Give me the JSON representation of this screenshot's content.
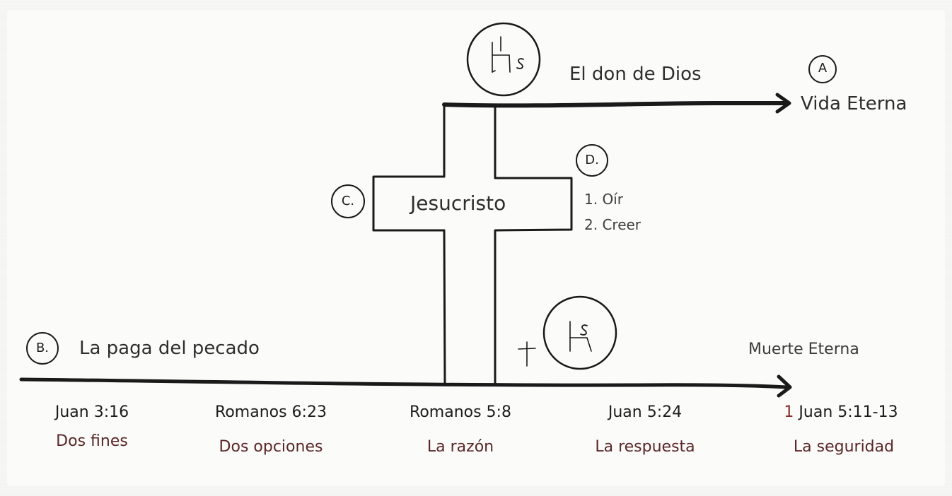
{
  "diagram": {
    "labels": {
      "gift": "El don de Dios",
      "eternal_life": "Vida Eterna",
      "wages_of_sin": "La paga del pecado",
      "eternal_death": "Muerte Eterna",
      "christ": "Jesucristo",
      "step_hear": "1. Oír",
      "step_believe": "2. Creer"
    },
    "markers": {
      "a": "A",
      "b": "B.",
      "c": "C.",
      "d": "D."
    },
    "references": [
      {
        "verse": "Juan 3:16",
        "topic": "Dos fines"
      },
      {
        "verse": "Romanos 6:23",
        "topic": "Dos opciones"
      },
      {
        "verse": "Romanos 5:8",
        "topic": "La razón"
      },
      {
        "verse": "Juan 5:24",
        "topic": "La respuesta"
      },
      {
        "verse_prefix": "1",
        "verse": "Juan 5:11-13",
        "topic": "La seguridad"
      }
    ],
    "colors": {
      "ink": "#1a1a1a",
      "topic": "#5a2626",
      "prefix": "#8b2a2a"
    }
  }
}
